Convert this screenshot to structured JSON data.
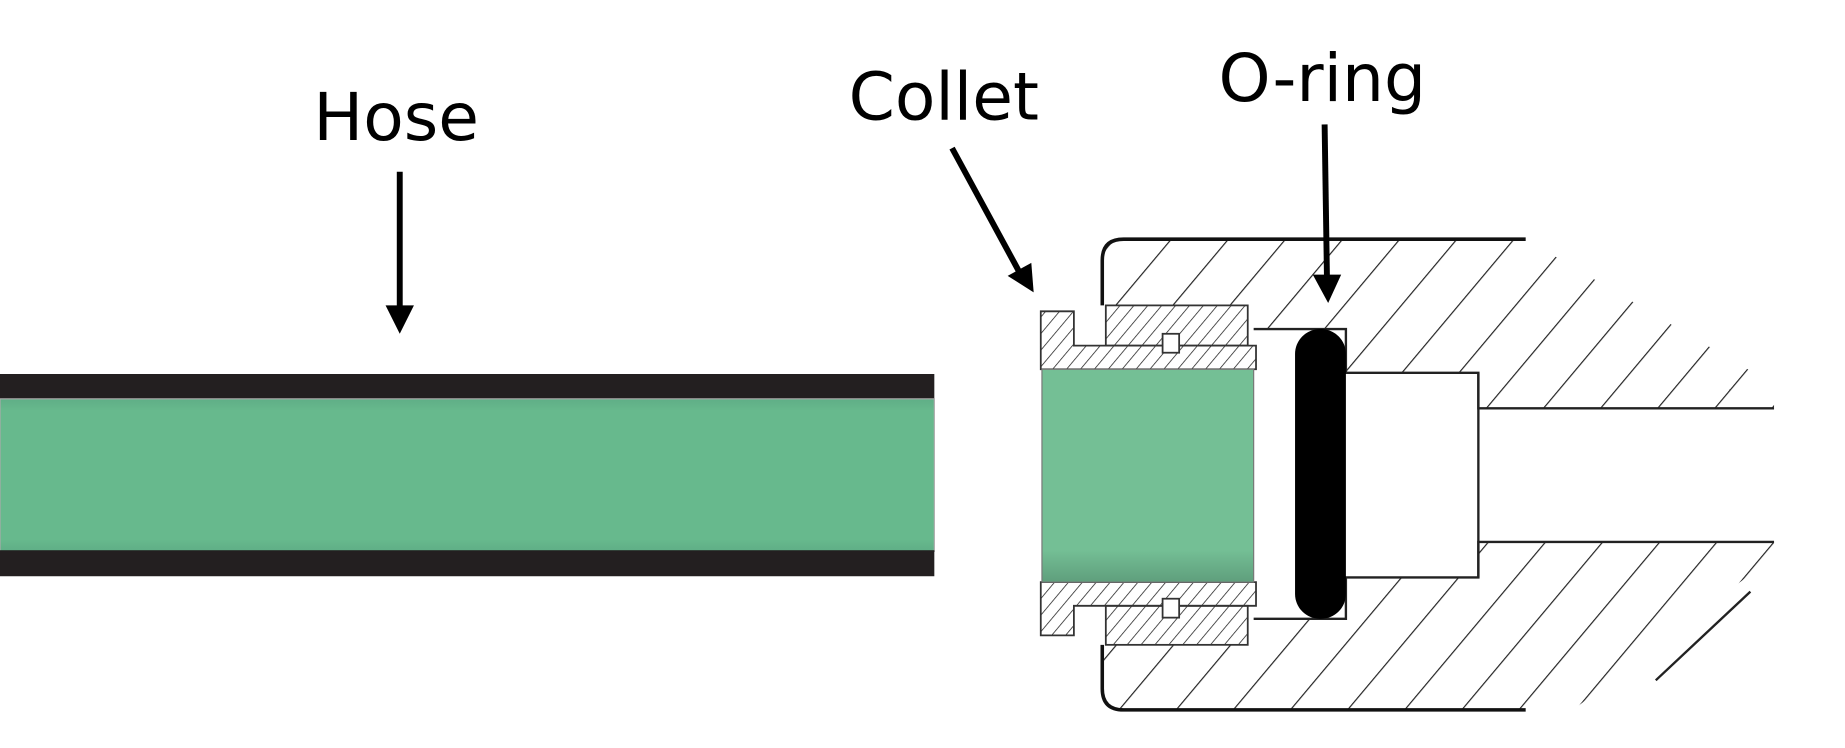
{
  "labels": {
    "hose": "Hose",
    "collet": "Collet",
    "o_ring": "O-ring"
  },
  "colors": {
    "fluid_green": "#67b98d",
    "collet_green": "#74bf95",
    "hose_wall": "#231f20",
    "o_ring": "#000000"
  }
}
